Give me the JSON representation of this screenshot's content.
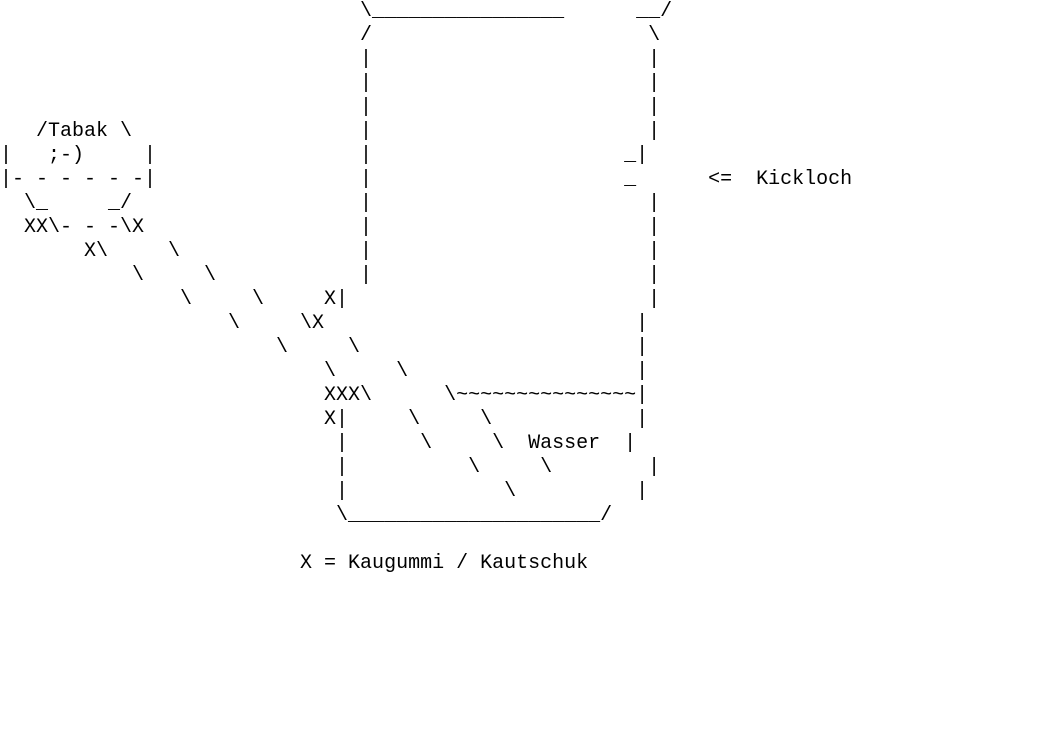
{
  "diagram_lines": [
    "                              \\________________      __/",
    "                              /                       \\",
    "                              |                       |",
    "                              |                       |",
    "                              |                       |",
    "   /Tabak \\                   |                       |",
    "|   ;-)     |                 |                     _|",
    "|- - - - - -|                 |                     _      <=  Kickloch",
    "  \\_     _/                   |                       |",
    "  XX\\- - -\\X                  |                       |",
    "       X\\     \\               |                       |",
    "           \\     \\            |                       |",
    "               \\     \\     X|                         |",
    "                   \\     \\X                          |",
    "                       \\     \\                       |",
    "                           \\     \\                   |",
    "                           XXX\\      \\~~~~~~~~~~~~~~~|",
    "                           X|     \\     \\            |",
    "                            |      \\     \\  Wasser  |",
    "                            |          \\     \\        |",
    "                            |             \\          |",
    "                            \\_____________________/",
    "",
    "                         X = Kaugummi / Kautschuk"
  ]
}
